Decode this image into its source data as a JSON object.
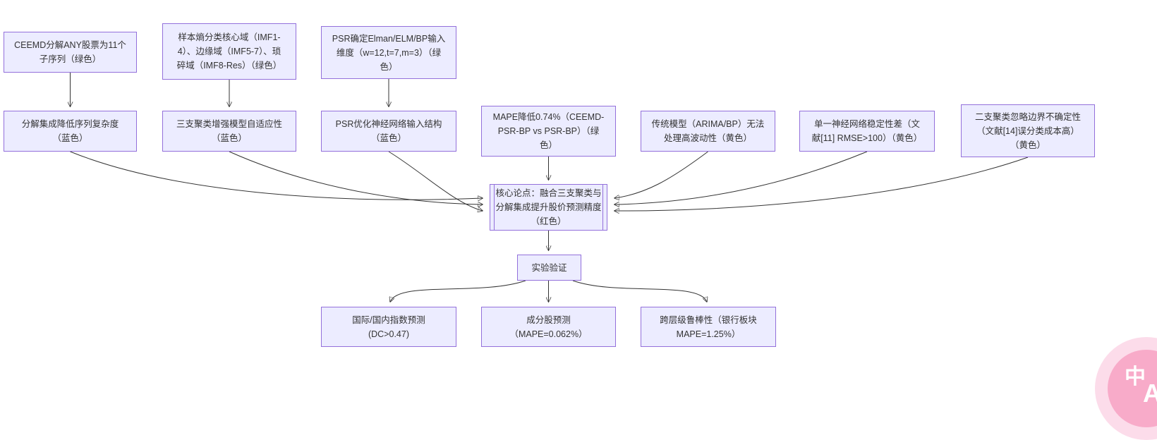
{
  "nodes": {
    "ceemd": {
      "lines": [
        "CEEMD分解ANY股票为11个",
        "子序列（绿色）"
      ]
    },
    "entropy": {
      "lines": [
        "样本熵分类核心域（IMF1-",
        "4）、边缘域（IMF5-7）、琐",
        "碎域（IMF8-Res）（绿色）"
      ]
    },
    "psr_dim": {
      "lines": [
        "PSR确定Elman/ELM/BP输入",
        "维度（w=12,t=7,m=3）（绿",
        "色）"
      ]
    },
    "decomp": {
      "lines": [
        "分解集成降低序列复杂度",
        "（蓝色）"
      ]
    },
    "threeway": {
      "lines": [
        "三支聚类增强模型自适应性",
        "（蓝色）"
      ]
    },
    "psr_opt": {
      "lines": [
        "PSR优化神经网络输入结构",
        "（蓝色）"
      ]
    },
    "mape": {
      "lines": [
        "MAPE降低0.74%（CEEMD-",
        "PSR-BP vs PSR-BP）（绿",
        "色）"
      ]
    },
    "traditional": {
      "lines": [
        "传统模型（ARIMA/BP）无法",
        "处理高波动性（黄色）"
      ]
    },
    "single_nn": {
      "lines": [
        "单一神经网络稳定性差（文",
        "献[11] RMSE>100）（黄色）"
      ]
    },
    "twoway": {
      "lines": [
        "二支聚类忽略边界不确定性",
        "（文献[14]误分类成本高）",
        "（黄色）"
      ]
    },
    "core": {
      "lines": [
        "核心论点：融合三支聚类与",
        "分解集成提升股价预测精度",
        "（红色）"
      ]
    },
    "experiment": {
      "lines": [
        "实验验证"
      ]
    },
    "index_fc": {
      "lines": [
        "国际/国内指数预测",
        "(DC>0.47)"
      ]
    },
    "constituent": {
      "lines": [
        "成分股预测",
        "（MAPE=0.062%）"
      ]
    },
    "robustness": {
      "lines": [
        "跨层级鲁棒性（银行板块",
        "MAPE=1.25%）"
      ]
    }
  },
  "badge": {
    "zh": "中",
    "en": "A"
  },
  "colors": {
    "node_fill": "#ECECFF",
    "node_border": "#9370DB",
    "edge": "#333333",
    "badge_pink": "#F8ABC9"
  }
}
